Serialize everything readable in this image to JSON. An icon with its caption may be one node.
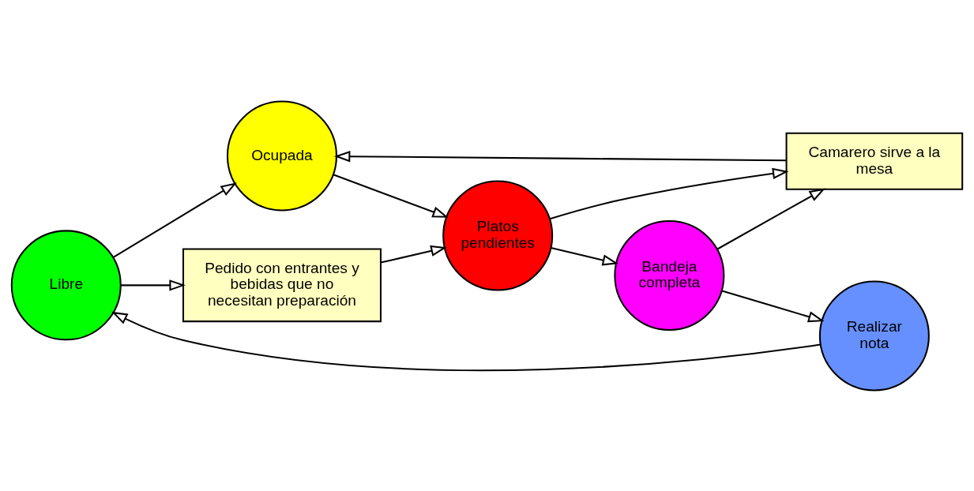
{
  "diagram": {
    "nodes": [
      {
        "text": [
          "Libre"
        ]
      },
      {
        "text": [
          "Ocupada"
        ]
      },
      {
        "text": [
          "Camarero sirve a la mesa"
        ]
      },
      {
        "text": [
          "Pedido con entrantes y bebidas que no necesitan preparación"
        ]
      },
      {
        "text": [
          "Platos pendientes"
        ]
      },
      {
        "text": [
          "Bandeja completa"
        ]
      },
      {
        "text": [
          "Realizar nota"
        ]
      }
    ],
    "edges": [
      {
        "from": 0,
        "to": 1,
        "arrow": "to"
      },
      {
        "from": 0,
        "to": 3,
        "arrow": "to"
      },
      {
        "from": 2,
        "to": 1,
        "arrow": "to"
      },
      {
        "from": 1,
        "to": 4,
        "arrow": "to"
      },
      {
        "from": 3,
        "to": 4,
        "arrow": "to"
      },
      {
        "from": 4,
        "to": 2,
        "arrow": "to"
      },
      {
        "from": 4,
        "to": 5,
        "arrow": "to"
      },
      {
        "from": 5,
        "to": 2,
        "arrow": "to"
      },
      {
        "from": 5,
        "to": 6,
        "arrow": "to"
      },
      {
        "from": 6,
        "to": 0,
        "arrow": "to"
      }
    ]
  }
}
